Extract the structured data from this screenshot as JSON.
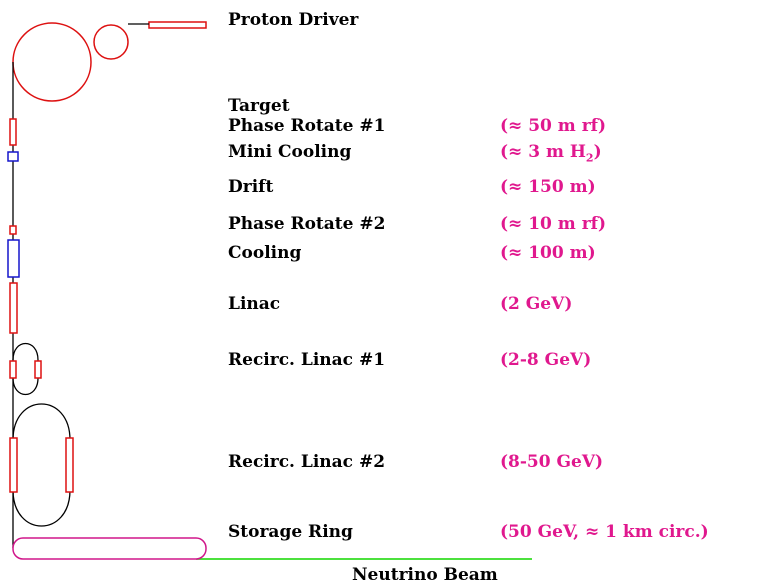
{
  "colors": {
    "rf_red": "#dd1111",
    "cooling_blue": "#1515cc",
    "storage_magenta": "#d0168a",
    "value_magenta": "#e0188e",
    "beam_green": "#33dd22",
    "line_black": "#000000"
  },
  "stages": [
    {
      "label": "Proton Driver",
      "value": ""
    },
    {
      "label": "Target",
      "value": ""
    },
    {
      "label": "Phase Rotate #1",
      "value": "(≈ 50 m rf)"
    },
    {
      "label": "Mini Cooling",
      "value": "(≈ 3 m H",
      "value_sub": "2",
      "value_tail": ")"
    },
    {
      "label": "Drift",
      "value": "(≈ 150 m)"
    },
    {
      "label": "Phase Rotate #2",
      "value": "(≈ 10 m rf)"
    },
    {
      "label": "Cooling",
      "value": "(≈ 100 m)"
    },
    {
      "label": "Linac",
      "value": "(2 GeV)"
    },
    {
      "label": "Recirc. Linac #1",
      "value": "(2-8 GeV)"
    },
    {
      "label": "Recirc. Linac #2",
      "value": "(8-50 GeV)"
    },
    {
      "label": "Storage Ring",
      "value": "(50 GeV, ≈ 1 km circ.)"
    }
  ],
  "beam_label": "Neutrino Beam"
}
